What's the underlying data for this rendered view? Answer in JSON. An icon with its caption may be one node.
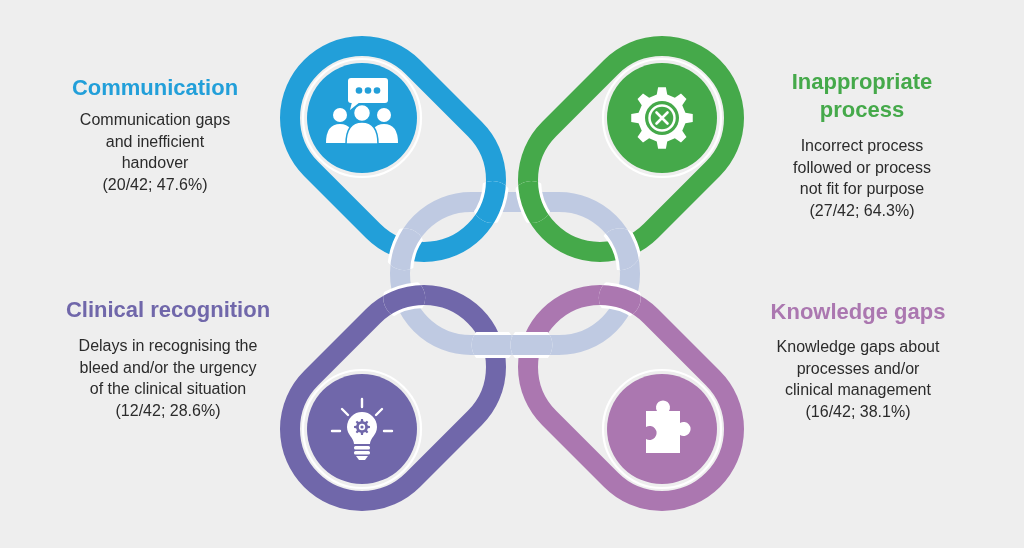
{
  "diagram": {
    "labels": [
      "Communication",
      "Communication gaps and inefficient handover",
      "(20/42; 47.6%)",
      "Inappropriate process",
      "Incorrect process followed or process not fit for purpose",
      "(27/42; 64.3%)",
      "Clinical recognition",
      "Delays in recognising the bleed and/or the urgency of the clinical situation",
      "(12/42; 28.6%)",
      "Knowledge gaps",
      "Knowledge gaps about processes and/or clinical management",
      "(16/42; 38.1%)"
    ]
  }
}
